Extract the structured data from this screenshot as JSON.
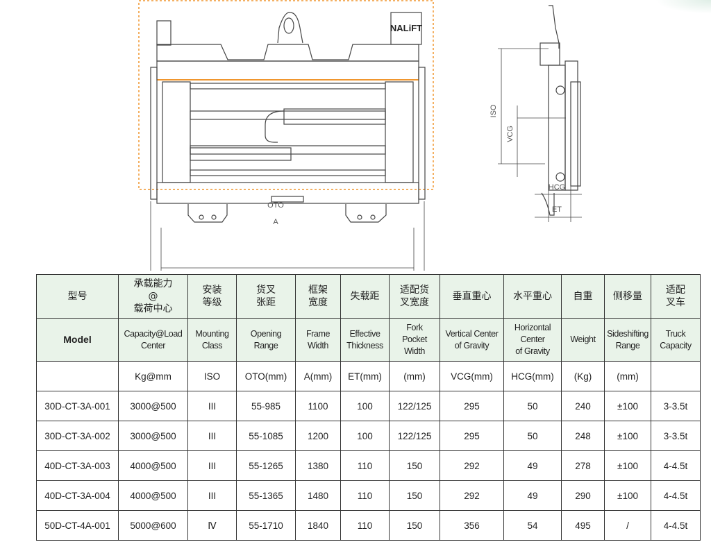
{
  "drawing": {
    "brand": "NALiFT",
    "dim_labels": {
      "oto": "OTO",
      "a": "A",
      "iso": "ISO",
      "vcg": "VCG",
      "hcg": "HCG",
      "et": "ET"
    },
    "accent_color": "#f0962e"
  },
  "table": {
    "header_zh": [
      "型号",
      "承载能力\n@\n载荷中心",
      "安装\n等级",
      "货叉\n张距",
      "框架\n宽度",
      "失载距",
      "适配货\n叉宽度",
      "垂直重心",
      "水平重心",
      "自重",
      "侧移量",
      "适配\n叉车"
    ],
    "header_en": [
      "Model",
      "Capacity@Load\nCenter",
      "Mounting\nClass",
      "Opening\nRange",
      "Frame\nWidth",
      "Effective\nThickness",
      "Fork\nPocket\nWidth",
      "Vertical Center\nof Gravity",
      "Horizontal\nCenter\nof Gravity",
      "Weight",
      "Sideshifting\nRange",
      "Truck\nCapacity"
    ],
    "units": [
      "",
      "Kg@mm",
      "ISO",
      "OTO(mm)",
      "A(mm)",
      "ET(mm)",
      "(mm)",
      "VCG(mm)",
      "HCG(mm)",
      "(Kg)",
      "(mm)",
      ""
    ],
    "rows": [
      [
        "30D-CT-3A-001",
        "3000@500",
        "III",
        "55-985",
        "1100",
        "100",
        "122/125",
        "295",
        "50",
        "240",
        "±100",
        "3-3.5t"
      ],
      [
        "30D-CT-3A-002",
        "3000@500",
        "III",
        "55-1085",
        "1200",
        "100",
        "122/125",
        "295",
        "50",
        "248",
        "±100",
        "3-3.5t"
      ],
      [
        "40D-CT-3A-003",
        "4000@500",
        "III",
        "55-1265",
        "1380",
        "110",
        "150",
        "292",
        "49",
        "278",
        "±100",
        "4-4.5t"
      ],
      [
        "40D-CT-3A-004",
        "4000@500",
        "III",
        "55-1365",
        "1480",
        "110",
        "150",
        "292",
        "49",
        "290",
        "±100",
        "4-4.5t"
      ],
      [
        "50D-CT-4A-001",
        "5000@600",
        "Ⅳ",
        "55-1710",
        "1840",
        "110",
        "150",
        "356",
        "54",
        "495",
        "/",
        "4-4.5t"
      ]
    ]
  }
}
